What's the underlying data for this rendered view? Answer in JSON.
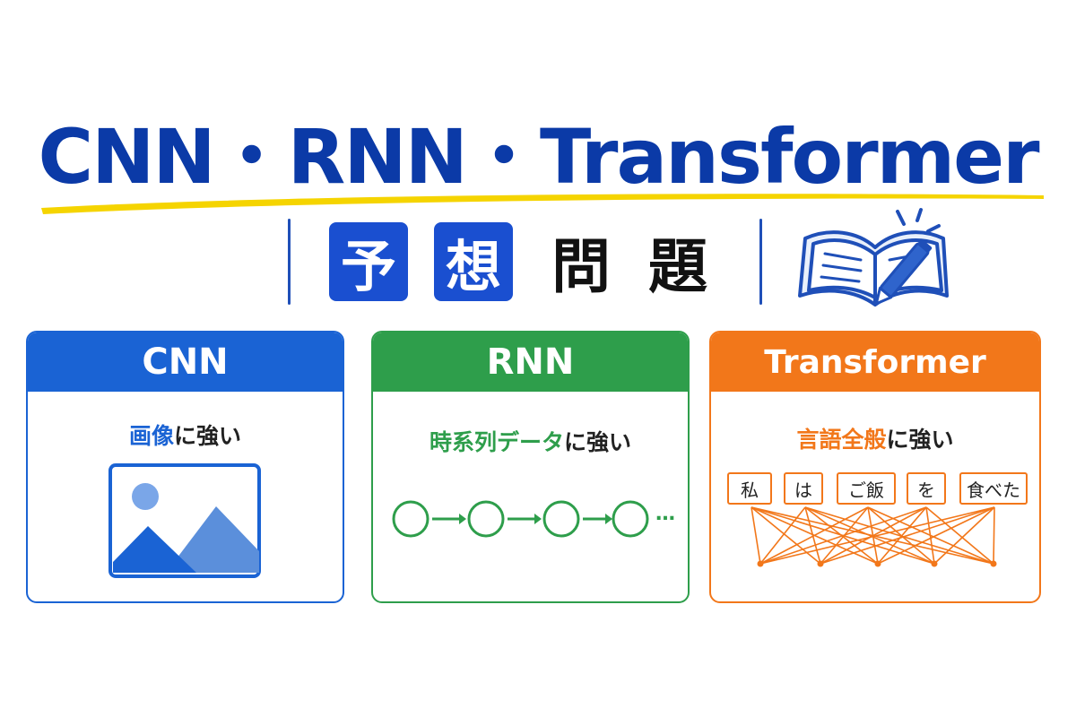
{
  "header": {
    "title": "CNN・RNN・Transformer",
    "subtitle_chars": [
      "予",
      "想",
      "問",
      "題"
    ]
  },
  "icons": {
    "book": "open-book-with-pen-icon",
    "image": "landscape-image-icon"
  },
  "cards": [
    {
      "title": "CNN",
      "color": "#1a63d4",
      "highlight": "画像",
      "rest": "に強い"
    },
    {
      "title": "RNN",
      "color": "#2e9e4b",
      "highlight": "時系列データ",
      "rest": "に強い",
      "ellipsis": "…"
    },
    {
      "title": "Transformer",
      "color": "#f2771a",
      "highlight": "言語全般",
      "rest": "に強い",
      "tokens": [
        "私",
        "は",
        "ご飯",
        "を",
        "食べた"
      ]
    }
  ],
  "colors": {
    "title": "#0b3aa7",
    "underline": "#f5d400",
    "subtitle_box": "#1a4fd0"
  }
}
